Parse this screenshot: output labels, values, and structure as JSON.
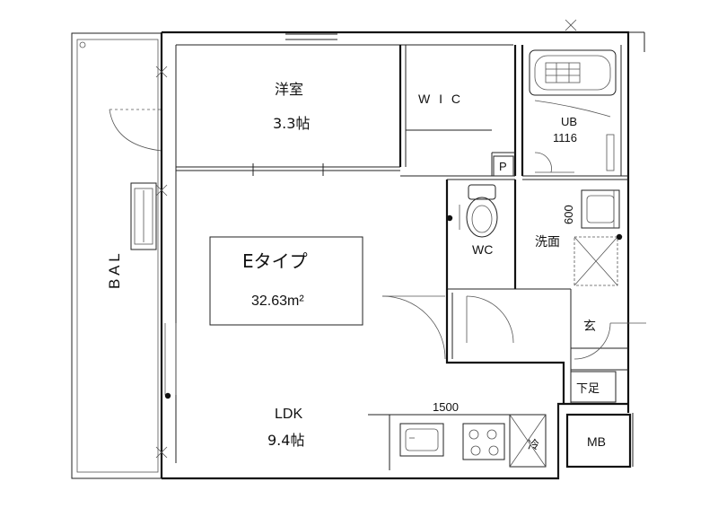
{
  "unit": {
    "type_label": "Eタイプ",
    "area": "32.63m²"
  },
  "rooms": {
    "western": {
      "name": "洋室",
      "size": "3.3帖"
    },
    "wic": {
      "name": "W I C"
    },
    "ub": {
      "name": "UB",
      "size": "1116"
    },
    "wc": {
      "name": "WC"
    },
    "washroom": {
      "name": "洗面",
      "dimension": "600"
    },
    "ldk": {
      "name": "LDK",
      "size": "9.4帖"
    },
    "balcony": {
      "name": "B A L"
    },
    "entrance": {
      "name": "玄"
    },
    "shoe_box": {
      "name": "下足"
    },
    "meter_box": {
      "name": "MB"
    },
    "fridge": {
      "name": "冷"
    },
    "pipe_space": {
      "name": "P"
    }
  },
  "kitchen": {
    "width": "1500"
  }
}
